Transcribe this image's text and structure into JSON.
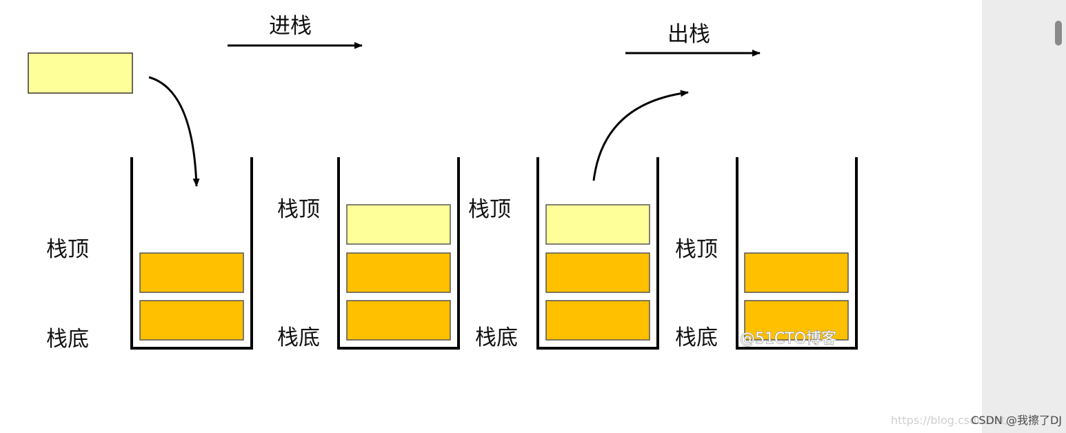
{
  "labels": {
    "push": "进栈",
    "pop": "出栈",
    "top": "栈顶",
    "bottom": "栈底"
  },
  "watermarks": {
    "blog": "@51CTO博客",
    "csdn_url": "https://blog.csdn.net/",
    "csdn_author": "CSDN @我擦了DJ"
  },
  "colors": {
    "new_element": "#ffff99",
    "stack_element": "#ffc000",
    "stroke": "#000000",
    "scroll_track": "#ececec",
    "scroll_thumb": "#8a8a8a"
  }
}
